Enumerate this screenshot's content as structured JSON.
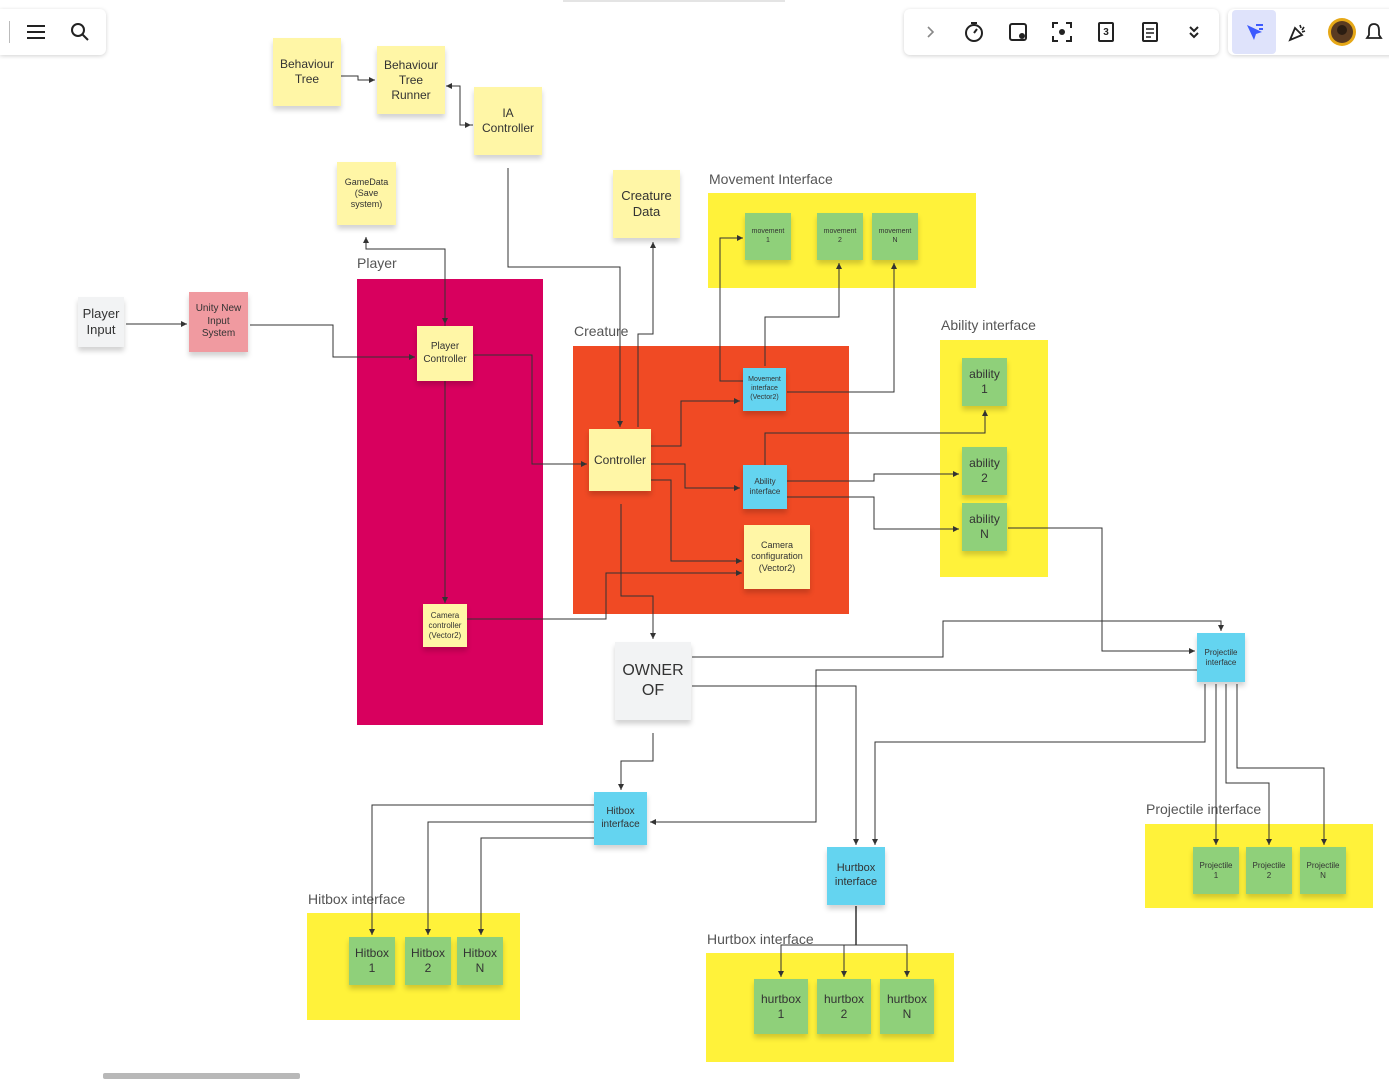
{
  "frames": {
    "player": {
      "title": "Player",
      "color": "#d8005e"
    },
    "creature": {
      "title": "Creature",
      "color": "#f04a24"
    },
    "movement": {
      "title": "Movement Interface",
      "color": "#fff23a"
    },
    "ability": {
      "title": "Ability interface",
      "color": "#fff23a"
    },
    "projectile": {
      "title": "Projectile interface",
      "color": "#fff23a"
    },
    "hitbox": {
      "title": "Hitbox interface",
      "color": "#fff23a"
    },
    "hurtbox": {
      "title": "Hurtbox interface",
      "color": "#fff23a"
    }
  },
  "notes": {
    "behaviour_tree": "Behaviour\nTree",
    "behaviour_tree_runner": "Behaviour\nTree\nRunner",
    "ia_controller": "IA\nController",
    "gamedata": "GameData\n(Save\nsystem)",
    "creature_data": "Creature\nData",
    "player_input": "Player\nInput",
    "unity_input": "Unity New\nInput\nSystem",
    "player_controller": "Player\nController",
    "camera_controller": "Camera\ncontroller\n(Vector2)",
    "controller": "Controller",
    "movement_iface": "Movement\ninterface\n(Vector2)",
    "ability_iface": "Ability\ninterface",
    "camera_config": "Camera\nconfiguration\n(Vector2)",
    "owner_of": "OWNER\nOF",
    "projectile_iface": "Projectile\ninterface",
    "hitbox_iface": "Hitbox\ninterface",
    "hurtbox_iface": "Hurtbox\ninterface",
    "movement_1": "movement\n1",
    "movement_2": "movement\n2",
    "movement_n": "movement\nN",
    "ability_1": "ability\n1",
    "ability_2": "ability\n2",
    "ability_n": "ability\nN",
    "projectile_1": "Projectile\n1",
    "projectile_2": "Projectile\n2",
    "projectile_n": "Projectile\nN",
    "hitbox_1": "Hitbox\n1",
    "hitbox_2": "Hitbox\n2",
    "hitbox_n": "Hitbox\nN",
    "hurtbox_1": "hurtbox\n1",
    "hurtbox_2": "hurtbox\n2",
    "hurtbox_n": "hurtbox\nN"
  },
  "toolbar_left": {
    "icons": [
      "menu-icon",
      "search-icon"
    ]
  },
  "toolbar_right": {
    "icons": [
      "chevron-right-icon",
      "timer-icon",
      "frame-icon",
      "focus-icon",
      "counter-icon",
      "notes-icon",
      "chevron-double-down-icon",
      "select-cursor-icon",
      "celebrate-icon",
      "avatar",
      "bell-icon"
    ],
    "counter_label": "3",
    "accent": "#3d5afe"
  }
}
